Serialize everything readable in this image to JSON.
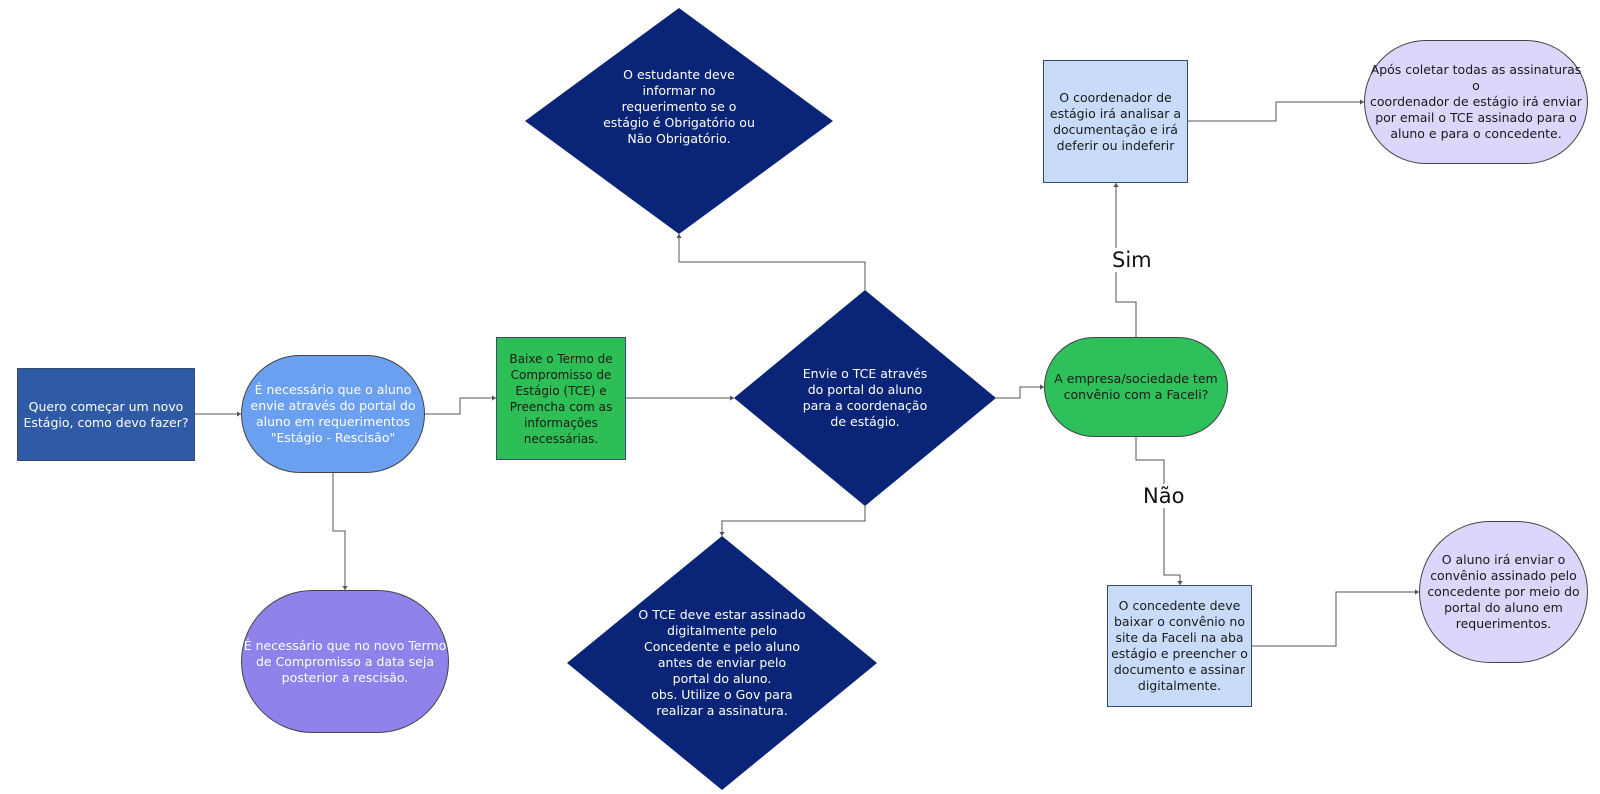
{
  "colors": {
    "start": "#2f5ba6",
    "step1": "#6aa0ef",
    "green_rect": "#2dbf55",
    "decision": "#0a2577",
    "green_pill": "#2ec05a",
    "light_blue": "#c8dcfa",
    "lavender": "#dcd6fa",
    "purple": "#8f82ea",
    "line": "#555555"
  },
  "nodes": {
    "start": "Quero começar um novo\nEstágio, como devo fazer?",
    "request": "É necessário que o aluno\nenvie através do portal do\naluno em requerimentos\n\"Estágio - Rescisão\"",
    "note_date": "É necessário que no novo Termo\nde Compromisso a data seja\nposterior a rescisão.",
    "download_tce": "Baixe o Termo de\nCompromisso de\nEstágio (TCE) e\nPreencha com as\ninformações\nnecessárias.",
    "send_tce": "Envie o TCE através\ndo portal do aluno\npara a coordenação\nde estágio.",
    "inform_type": "O estudante deve\ninformar no\nrequerimento se o\nestágio é Obrigatório ou\nNão Obrigatório.",
    "signed_tce": "O TCE deve estar assinado\ndigitalmente pelo\nConcedente e pelo aluno\nantes de enviar pelo\nportal do aluno.\nobs. Utilize o Gov para\nrealizar a assinatura.",
    "agreement_question": "A empresa/sociedade tem\nconvênio com a Faceli?",
    "coordinator_review": "O coordenador de\nestágio irá analisar a\ndocumentação e irá\ndeferir ou indeferir",
    "send_signed": "Após coletar todas as assinaturas o\ncoordenador de estágio irá enviar\npor email o TCE assinado para o\naluno e para o concedente.",
    "grantor_download": "O concedente deve\nbaixar o convênio no\nsite da Faceli na aba\nestágio e preencher o\ndocumento e assinar\ndigitalmente.",
    "student_send_agreement": "O aluno irá enviar o\nconvênio assinado pelo\nconcedente por meio do\nportal do aluno em\nrequerimentos."
  },
  "labels": {
    "yes": "Sim",
    "no": "Não"
  }
}
